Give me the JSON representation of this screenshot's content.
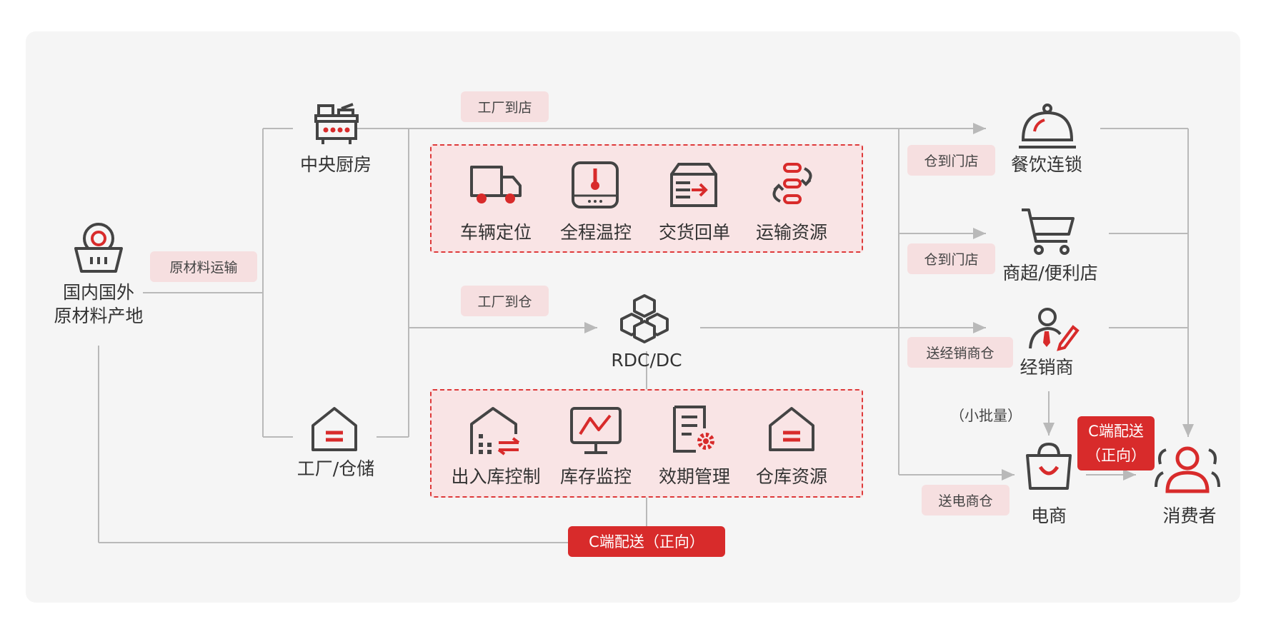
{
  "nodes": {
    "origin": [
      "国内国外",
      "原材料产地"
    ],
    "central_kitchen": "中央厨房",
    "factory": "工厂/仓储",
    "rdc": "RDC/DC",
    "restaurant": "餐饮连锁",
    "supermarket": "商超/便利店",
    "distributor": "经销商",
    "ecommerce": "电商",
    "consumer": "消费者"
  },
  "labels": {
    "raw_transport": "原材料运输",
    "factory_to_store": "工厂到店",
    "factory_to_warehouse": "工厂到仓",
    "warehouse_to_store_1": "仓到门店",
    "warehouse_to_store_2": "仓到门店",
    "to_distributor_warehouse": "送经销商仓",
    "to_ecom_warehouse": "送电商仓",
    "small_batch": "（小批量）",
    "c_delivery_bottom": "C端配送（正向）",
    "c_delivery_side_1": "C端配送",
    "c_delivery_side_2": "（正向）"
  },
  "transport_features": [
    "车辆定位",
    "全程温控",
    "交货回单",
    "运输资源"
  ],
  "warehouse_features": [
    "出入库控制",
    "库存监控",
    "效期管理",
    "仓库资源"
  ],
  "icons": {
    "origin": "basket-icon",
    "central_kitchen": "stove-icon",
    "factory": "warehouse-icon",
    "rdc": "boxes-icon",
    "restaurant": "cloche-icon",
    "supermarket": "cart-icon",
    "distributor": "person-pen-icon",
    "ecommerce": "shopping-bag-icon",
    "consumer": "users-icon",
    "transport_features": [
      "truck-icon",
      "thermometer-icon",
      "receipt-box-icon",
      "resource-cycle-icon"
    ],
    "warehouse_features": [
      "building-arrows-icon",
      "monitor-chart-icon",
      "document-gear-icon",
      "warehouse-icon"
    ]
  },
  "colors": {
    "accent": "#d82b2b",
    "pill": "#f6dfe0",
    "line": "#b9b9b9",
    "icon": "#444444"
  }
}
